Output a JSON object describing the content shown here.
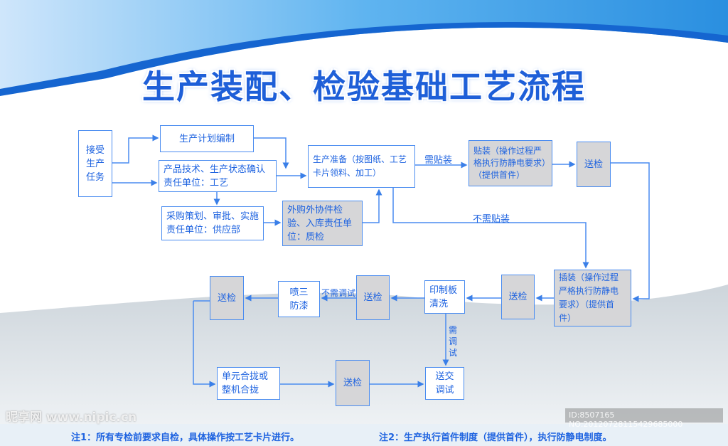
{
  "title": "生产装配、检验基础工艺流程",
  "boxes": {
    "receive": "接受生产任务",
    "plan": "生产计划编制",
    "tech": "产品技术、生产状态确认责任单位：工艺",
    "purchase": "采购策划、审批、实施责任单位：供应部",
    "outsource": "外购外协件检验、入库责任单位：质检",
    "prep": "生产准备（按图纸、工艺卡片领料、加工）",
    "smt": "贴装（操作过程严格执行防静电要求）（提供首件）",
    "insp1": "送检",
    "tht": "插装（操作过程严格执行防静电要求）（提供首件）",
    "insp2": "送检",
    "clean": "印制板清洗",
    "insp3": "送检",
    "coat": "喷三防漆",
    "insp4": "送检",
    "assemble": "单元合拢或整机合拢",
    "insp5": "送检",
    "debug": "送交调试"
  },
  "labels": {
    "need_smt": "需贴装",
    "no_smt": "不需贴装",
    "no_debug": "不需调试",
    "need_debug": "需调试"
  },
  "notes": {
    "note1": "注1：所有专检前要求自检，具体操作按工艺卡片进行。",
    "note2": "注2：生产执行首件制度（提供首件），执行防静电制度。"
  },
  "watermark": {
    "site": "昵享网 www.nipic.cn",
    "id": "ID:8507165 NO:20120728115429685000"
  }
}
